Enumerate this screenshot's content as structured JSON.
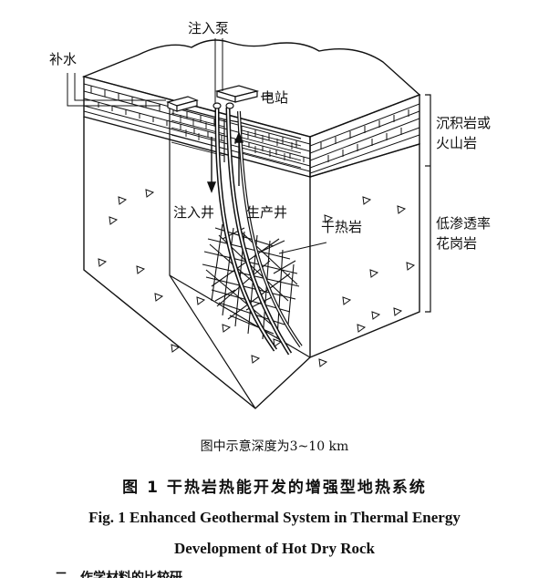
{
  "diagram": {
    "labels": {
      "injection_pump": "注入泵",
      "makeup_water": "补水",
      "power_station": "电站",
      "sedimentary_volcanic_line1": "沉积岩或",
      "sedimentary_volcanic_line2": "火山岩",
      "low_perm_granite_line1": "低渗透率",
      "low_perm_granite_line2": "花岗岩",
      "injection_well": "注入井",
      "production_well": "生产井",
      "hot_dry_rock": "干热岩"
    },
    "depth_note": "图中示意深度为3~10 km"
  },
  "caption": {
    "cn": "图 1    干热岩热能开发的增强型地热系统",
    "en_line1": "Fig. 1    Enhanced Geothermal System in Thermal Energy",
    "en_line2": "Development of Hot Dry Rock"
  },
  "cut_off_text": "二、作学材料的比较研"
}
